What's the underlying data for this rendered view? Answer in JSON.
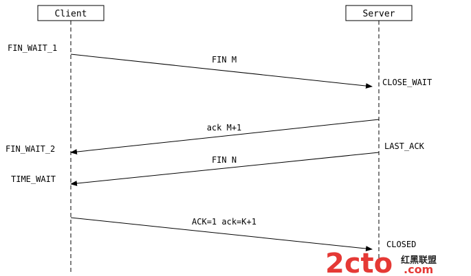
{
  "participants": {
    "client": "Client",
    "server": "Server"
  },
  "messages": [
    {
      "id": "fin-m",
      "label": "FIN M",
      "from": "client",
      "to": "server"
    },
    {
      "id": "ack-m1",
      "label": "ack M+1",
      "from": "server",
      "to": "client"
    },
    {
      "id": "fin-n",
      "label": "FIN N",
      "from": "server",
      "to": "client"
    },
    {
      "id": "ack-k1",
      "label": "ACK=1 ack=K+1",
      "from": "client",
      "to": "server"
    }
  ],
  "client_states": [
    "FIN_WAIT_1",
    "FIN_WAIT_2",
    "TIME_WAIT"
  ],
  "server_states": [
    "CLOSE_WAIT",
    "LAST_ACK",
    "CLOSED"
  ],
  "watermark": {
    "logo": "2cto",
    "site_cn": "红黑联盟",
    "site_com": ".com",
    "color": "#e53935"
  }
}
